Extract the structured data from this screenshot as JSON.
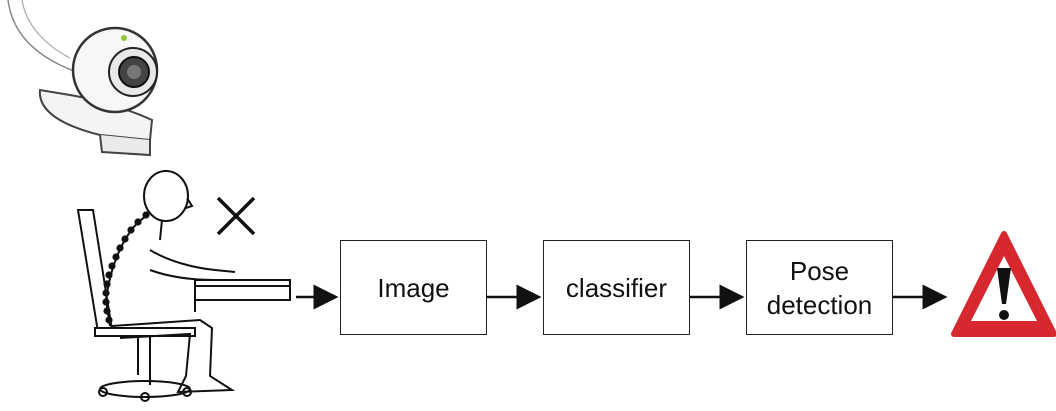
{
  "blocks": {
    "image": "Image",
    "classifier": "classifier",
    "pose_line1": "Pose",
    "pose_line2": "detection"
  },
  "colors": {
    "warning_red": "#d7282f",
    "stroke": "#111111"
  },
  "icons": [
    "webcam-icon",
    "seated-person-icon",
    "incorrect-mark-icon",
    "warning-icon"
  ]
}
